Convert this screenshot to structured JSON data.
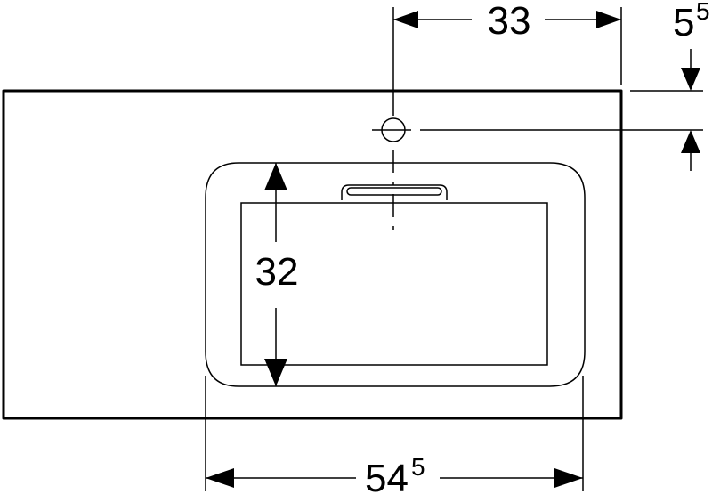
{
  "dimensions": {
    "top_width": {
      "main": "33",
      "sup": ""
    },
    "top_offset": {
      "main": "5",
      "sup": "5"
    },
    "basin_depth": {
      "main": "32",
      "sup": ""
    },
    "basin_width": {
      "main": "54",
      "sup": "5"
    }
  }
}
